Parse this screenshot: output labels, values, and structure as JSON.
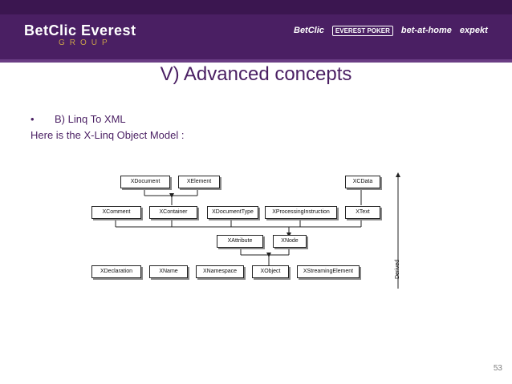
{
  "header": {
    "brand": "BetClic Everest",
    "brand_sub": "GROUP",
    "partners": [
      "BetClic",
      "EVEREST POKER",
      "bet-at-home",
      "expekt"
    ]
  },
  "slide": {
    "title": "V) Advanced concepts",
    "bullet_marker": "•",
    "bullet_text": "B) Linq To XML",
    "line2": "Here is the X-Linq Object Model :",
    "page_number": "53"
  },
  "diagram": {
    "row1": [
      "XDocument",
      "XElement",
      "XCData"
    ],
    "row2": [
      "XComment",
      "XContainer",
      "XDocumentType",
      "XProcessingInstruction",
      "XText"
    ],
    "row3": [
      "XAttribute",
      "XNode"
    ],
    "row4": [
      "XDeclaration",
      "XName",
      "XNamespace",
      "XObject",
      "XStreamingElement"
    ],
    "axis_label": "Derived"
  }
}
